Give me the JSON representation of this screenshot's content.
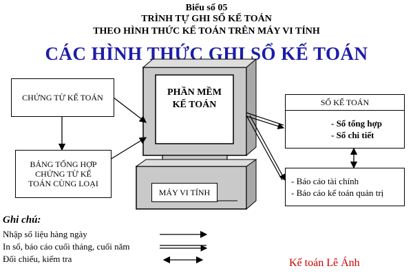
{
  "header": {
    "form_number": "Biểu số 05",
    "line1": "TRÌNH TỰ GHI SỔ KẾ TOÁN",
    "line2": "THEO HÌNH THỨC KẾ TOÁN TRÊN MÁY VI TÍNH"
  },
  "main_title": "CÁC HÌNH THỨC GHI SỔ KẾ TOÁN",
  "nodes": {
    "chung_tu": "CHỨNG TỪ KẾ TOÁN",
    "bang_tong_hop": [
      "BẢNG TỔNG HỢP",
      "CHỨNG TỪ KẾ",
      "TOÁN CÙNG LOẠI"
    ],
    "phan_mem": [
      "PHẦN MỀM",
      "KẾ TOÁN"
    ],
    "may_vi_tinh": "MÁY VI TÍNH",
    "so_ke_toan_title": "SỔ KẾ TOÁN",
    "so_ke_toan_items": [
      "- Sổ tổng hợp",
      "- Sổ chi tiết"
    ],
    "bao_cao_items": [
      "- Báo cáo tài chính",
      "- Báo cáo kế toán quản trị"
    ]
  },
  "legend": {
    "title": "Ghi chú:",
    "items": [
      "Nhập số liệu hàng ngày",
      "In sổ, báo cáo cuối tháng, cuối năm",
      "Đối chiếu, kiểm tra"
    ]
  },
  "signature": "Kế toán Lê Ánh",
  "colors": {
    "title_blue": "#1c1ca8",
    "signature_red": "#cc0000",
    "monitor_gray": "#c9c9c9"
  }
}
